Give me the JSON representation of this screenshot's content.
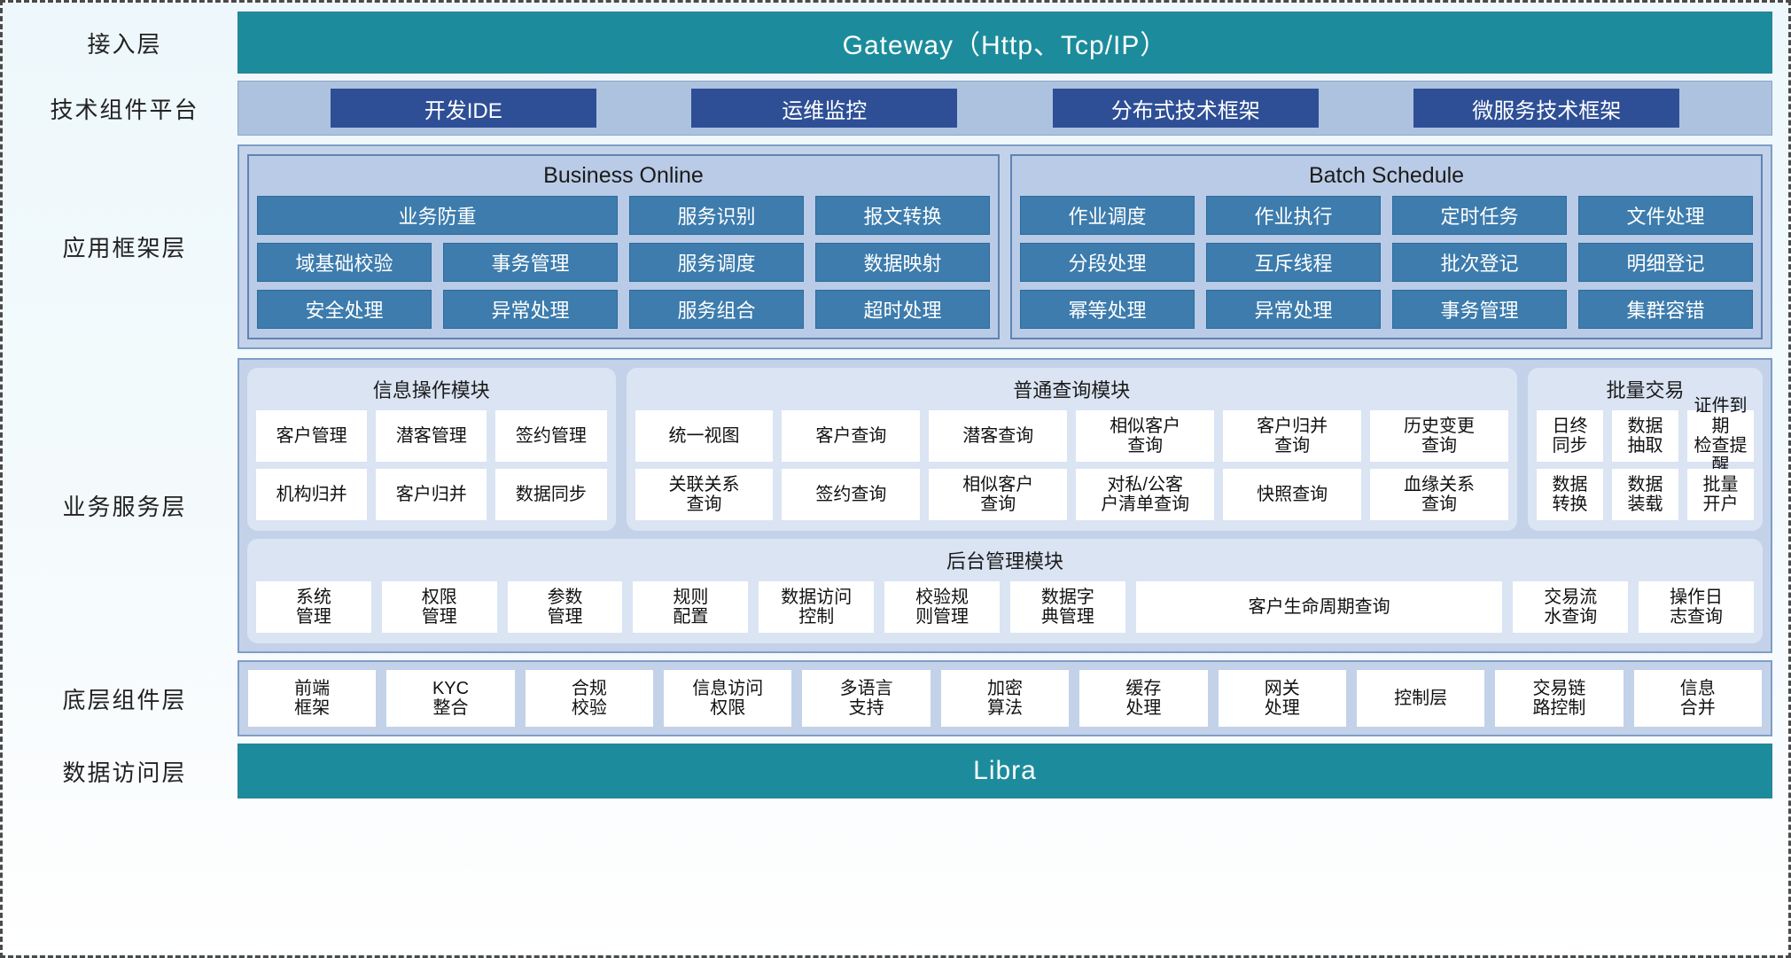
{
  "layers": {
    "access": {
      "label": "接入层",
      "banner": "Gateway（Http、Tcp/IP）"
    },
    "tech": {
      "label": "技术组件平台",
      "chips": [
        "开发IDE",
        "运维监控",
        "分布式技术框架",
        "微服务技术框架"
      ]
    },
    "app_framework": {
      "label": "应用框架层",
      "groups": [
        {
          "title": "Business Online",
          "chips": [
            "业务防重",
            "服务识别",
            "报文转换",
            "域基础校验",
            "事务管理",
            "服务调度",
            "数据映射",
            "安全处理",
            "异常处理",
            "服务组合",
            "超时处理"
          ]
        },
        {
          "title": "Batch Schedule",
          "chips": [
            "作业调度",
            "作业执行",
            "定时任务",
            "文件处理",
            "分段处理",
            "互斥线程",
            "批次登记",
            "明细登记",
            "幂等处理",
            "异常处理",
            "事务管理",
            "集群容错"
          ]
        }
      ]
    },
    "business_service": {
      "label": "业务服务层",
      "modules": [
        {
          "title": "信息操作模块",
          "columns": 3,
          "chips": [
            "客户管理",
            "潜客管理",
            "签约管理",
            "机构归并",
            "客户归并",
            "数据同步"
          ]
        },
        {
          "title": "普通查询模块",
          "columns": 6,
          "chips": [
            "统一视图",
            "客户查询",
            "潜客查询",
            "相似客户\n查询",
            "客户归并\n查询",
            "历史变更\n查询",
            "关联关系\n查询",
            "签约查询",
            "相似客户\n查询",
            "对私/公客\n户清单查询",
            "快照查询",
            "血缘关系\n查询"
          ]
        },
        {
          "title": "批量交易",
          "columns": 3,
          "chips": [
            "日终\n同步",
            "数据\n抽取",
            "证件到期\n检查提醒",
            "数据\n转换",
            "数据\n装载",
            "批量\n开户"
          ]
        }
      ],
      "admin": {
        "title": "后台管理模块",
        "chips": [
          {
            "label": "系统\n管理",
            "wide": false
          },
          {
            "label": "权限\n管理",
            "wide": false
          },
          {
            "label": "参数\n管理",
            "wide": false
          },
          {
            "label": "规则\n配置",
            "wide": false
          },
          {
            "label": "数据访问\n控制",
            "wide": false
          },
          {
            "label": "校验规\n则管理",
            "wide": false
          },
          {
            "label": "数据字\n典管理",
            "wide": false
          },
          {
            "label": "客户生命周期查询",
            "wide": true
          },
          {
            "label": "交易流\n水查询",
            "wide": false
          },
          {
            "label": "操作日\n志查询",
            "wide": false
          }
        ]
      }
    },
    "bottom_component": {
      "label": "底层组件层",
      "chips": [
        "前端\n框架",
        "KYC\n整合",
        "合规\n校验",
        "信息访问\n权限",
        "多语言\n支持",
        "加密\n算法",
        "缓存\n处理",
        "网关\n处理",
        "控制层",
        "交易链\n路控制",
        "信息\n合并"
      ]
    },
    "data_access": {
      "label": "数据访问层",
      "banner": "Libra"
    }
  },
  "colors": {
    "teal": "#1c8c9c",
    "deep_blue": "#2e4f96",
    "mid_blue": "#3d7cad",
    "panel_blue": "#c3d2e9",
    "module_blue": "#dbe4f3",
    "tech_band": "#adc2de"
  }
}
